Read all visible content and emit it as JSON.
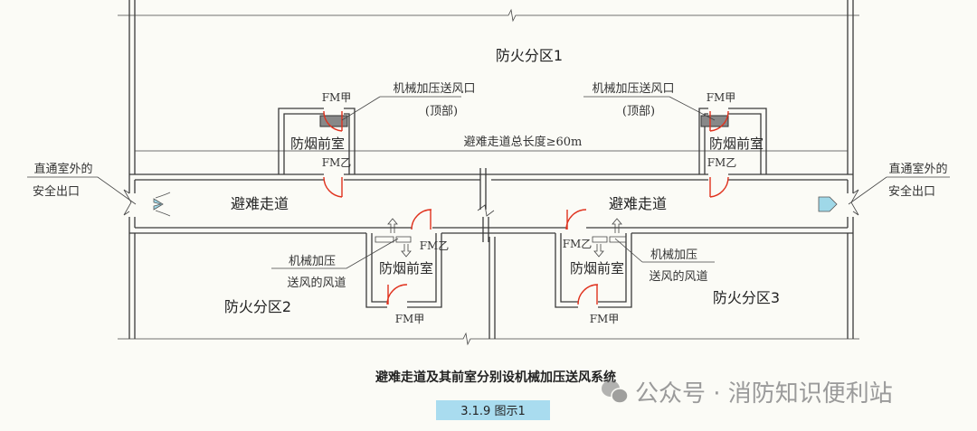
{
  "zones": {
    "zone1": "防火分区1",
    "zone2": "防火分区2",
    "zone3": "防火分区3"
  },
  "corridor_label": "避难走道",
  "anteroom_label": "防烟前室",
  "dimension_label": "避难走道总长度≥60m",
  "vent_label": "机械加压送风口",
  "vent_sub": "(顶部)",
  "duct_label_1": "机械加压",
  "duct_label_2": "送风的风道",
  "exit_label_1": "直通室外的",
  "exit_label_2": "安全出口",
  "door_a": "FM甲",
  "door_b": "FM乙",
  "caption": "避难走道及其前室分别设机械加压送风系统",
  "figure_badge": "3.1.9 图示1",
  "watermark": "公众号 · 消防知识便利站",
  "colors": {
    "door": "#e0321e",
    "badge": "#a9dcef",
    "arrow": "#9fd8e8"
  }
}
